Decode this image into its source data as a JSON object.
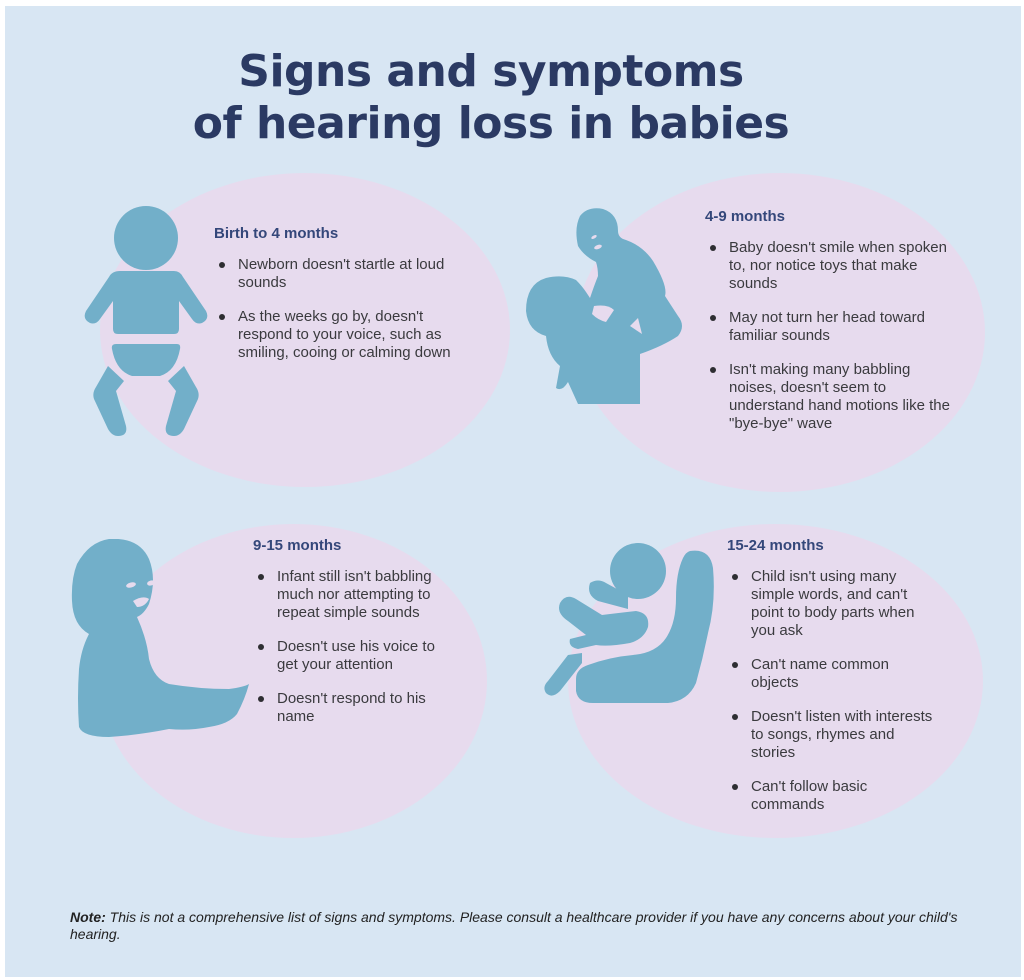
{
  "title": {
    "line1": "Signs and symptoms",
    "line2": "of hearing loss in babies"
  },
  "colors": {
    "background": "#d8e6f3",
    "ellipse": "#e7dbee",
    "icon": "#72afc9",
    "heading": "#34477a",
    "title": "#2b3a63",
    "body_text": "#3a3a3e"
  },
  "sections": [
    {
      "icon": "baby-icon",
      "heading": "Birth to 4 months",
      "items": [
        "Newborn doesn't startle at loud sounds",
        "As the weeks go by, doesn't respond to your voice, such as smiling, cooing or calming down"
      ]
    },
    {
      "icon": "parent-lifting-baby-icon",
      "heading": "4-9 months",
      "items": [
        "Baby doesn't smile when spoken to, nor notice toys that make sounds",
        "May not turn her head toward familiar sounds",
        "Isn't making many babbling noises, doesn't seem to understand hand motions like the \"bye-bye\" wave"
      ]
    },
    {
      "icon": "sitting-infant-icon",
      "heading": "9-15 months",
      "items": [
        "Infant still isn't babbling much nor attempting to repeat simple sounds",
        "Doesn't use his voice to get your attention",
        "Doesn't respond to his name"
      ]
    },
    {
      "icon": "child-in-car-seat-icon",
      "heading": "15-24 months",
      "items": [
        "Child isn't using many simple words, and can't point to body parts when you ask",
        "Can't name common objects",
        "Doesn't listen with interests to songs, rhymes and stories",
        "Can't follow basic commands"
      ]
    }
  ],
  "note": {
    "label": "Note:",
    "text": " This is not a comprehensive list of signs and symptoms. Please consult a healthcare provider if you have any concerns about your child's hearing."
  }
}
